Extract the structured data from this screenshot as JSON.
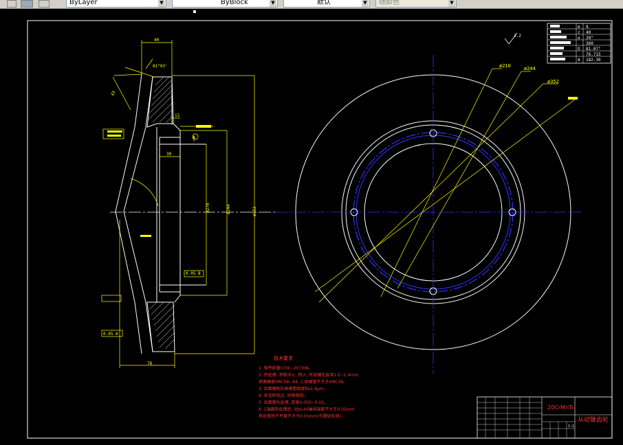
{
  "toolbar": {
    "layer_color_value": "ByLayer",
    "linetype_value": "ByBlock",
    "lineweight_value": "默认",
    "plotstyle_value": "随颜色"
  },
  "drawing": {
    "dimensions": {
      "width_40": "40",
      "angle_top": "81°03'",
      "dim_43": "43",
      "dim_12": "12",
      "dim_30": "30",
      "datum_a": "A",
      "dim_bottom_78": "78",
      "dia_352_vertical": "ø352",
      "dia_244_vertical": "ø244",
      "dia_270": "ø270",
      "runout_left": "0.05 A",
      "runout_mid": "0.05 B"
    },
    "leaders": {
      "d210": "ø210",
      "d244": "ø244",
      "d352": "ø352"
    },
    "surface_mark": "3.2",
    "params_table": [
      {
        "sym": "m",
        "val": "9"
      },
      {
        "sym": "z",
        "val": "40"
      },
      {
        "sym": "α",
        "val": "20°"
      },
      {
        "sym": "",
        "val": "360"
      },
      {
        "sym": "δ",
        "val": "81.07°"
      },
      {
        "sym": "",
        "val": "76.715"
      },
      {
        "sym": "A",
        "val": "182.30"
      }
    ],
    "tech_requirements": {
      "title": "技术要求",
      "lines": [
        "1. 锻件质量(156~207)HB。",
        "2. 热处理: 渗碳淬火, 回火, 有效硬化层深1.0~1.4mm,",
        "   表面硬度HRC58~64, 心部硬度不大于HRC38。",
        "3. 齿面磨削后表面粗糙度Ra1.6μm。",
        "4. 去毛刺锐边, 锐角倒钝。",
        "5. 齿面磷化处理, 厚度0.005~0.01。",
        "6. 1端面热处理后, 对ø140轴线端跳不大于0.05mm",
        "   热处理后不平度不大于0.05mm(节圆处检测)。"
      ]
    },
    "title_block": {
      "material": "20CrMnTi",
      "part_name": "从动锥齿轮",
      "scale": "1:1"
    }
  }
}
